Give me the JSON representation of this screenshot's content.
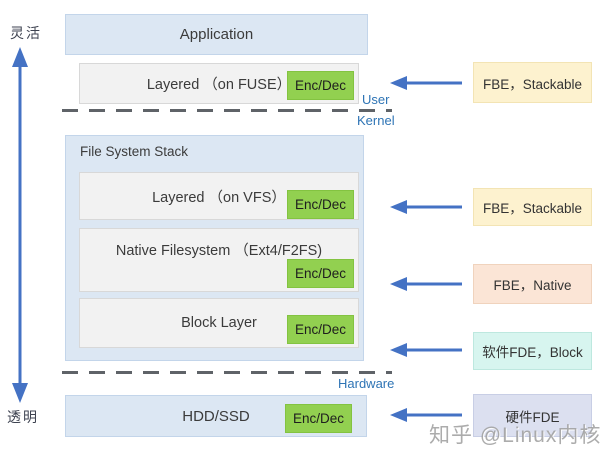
{
  "left_axis": {
    "top_label": "灵活",
    "bottom_label": "透明"
  },
  "stack": {
    "application": "Application",
    "fuse_layer": "Layered （on FUSE）",
    "fs_stack_title": "File System Stack",
    "vfs_layer": "Layered （on VFS）",
    "native_fs": "Native Filesystem （Ext4/F2FS)",
    "block_layer": "Block Layer",
    "hdd": "HDD/SSD",
    "enc_dec": "Enc/Dec"
  },
  "boundaries": {
    "user": "User",
    "kernel": "Kernel",
    "hardware": "Hardware"
  },
  "annotations": [
    {
      "label": "FBE，Stackable",
      "color": "#fdf2cf"
    },
    {
      "label": "FBE，Stackable",
      "color": "#fdf2cf"
    },
    {
      "label": "FBE，Native",
      "color": "#fbe5d6"
    },
    {
      "label": "软件FDE，Block",
      "color": "#d7f5ef"
    },
    {
      "label": "硬件FDE",
      "color": "#dce0f0"
    }
  ],
  "watermark": "知乎 @Linux内核",
  "colors": {
    "container_blue": "#dce7f3",
    "layer_gray": "#f2f2f2",
    "enc_green": "#92d050",
    "arrow_blue": "#4472c4",
    "boundary_text_blue": "#2e74b5",
    "dash_gray": "#5f6368"
  }
}
